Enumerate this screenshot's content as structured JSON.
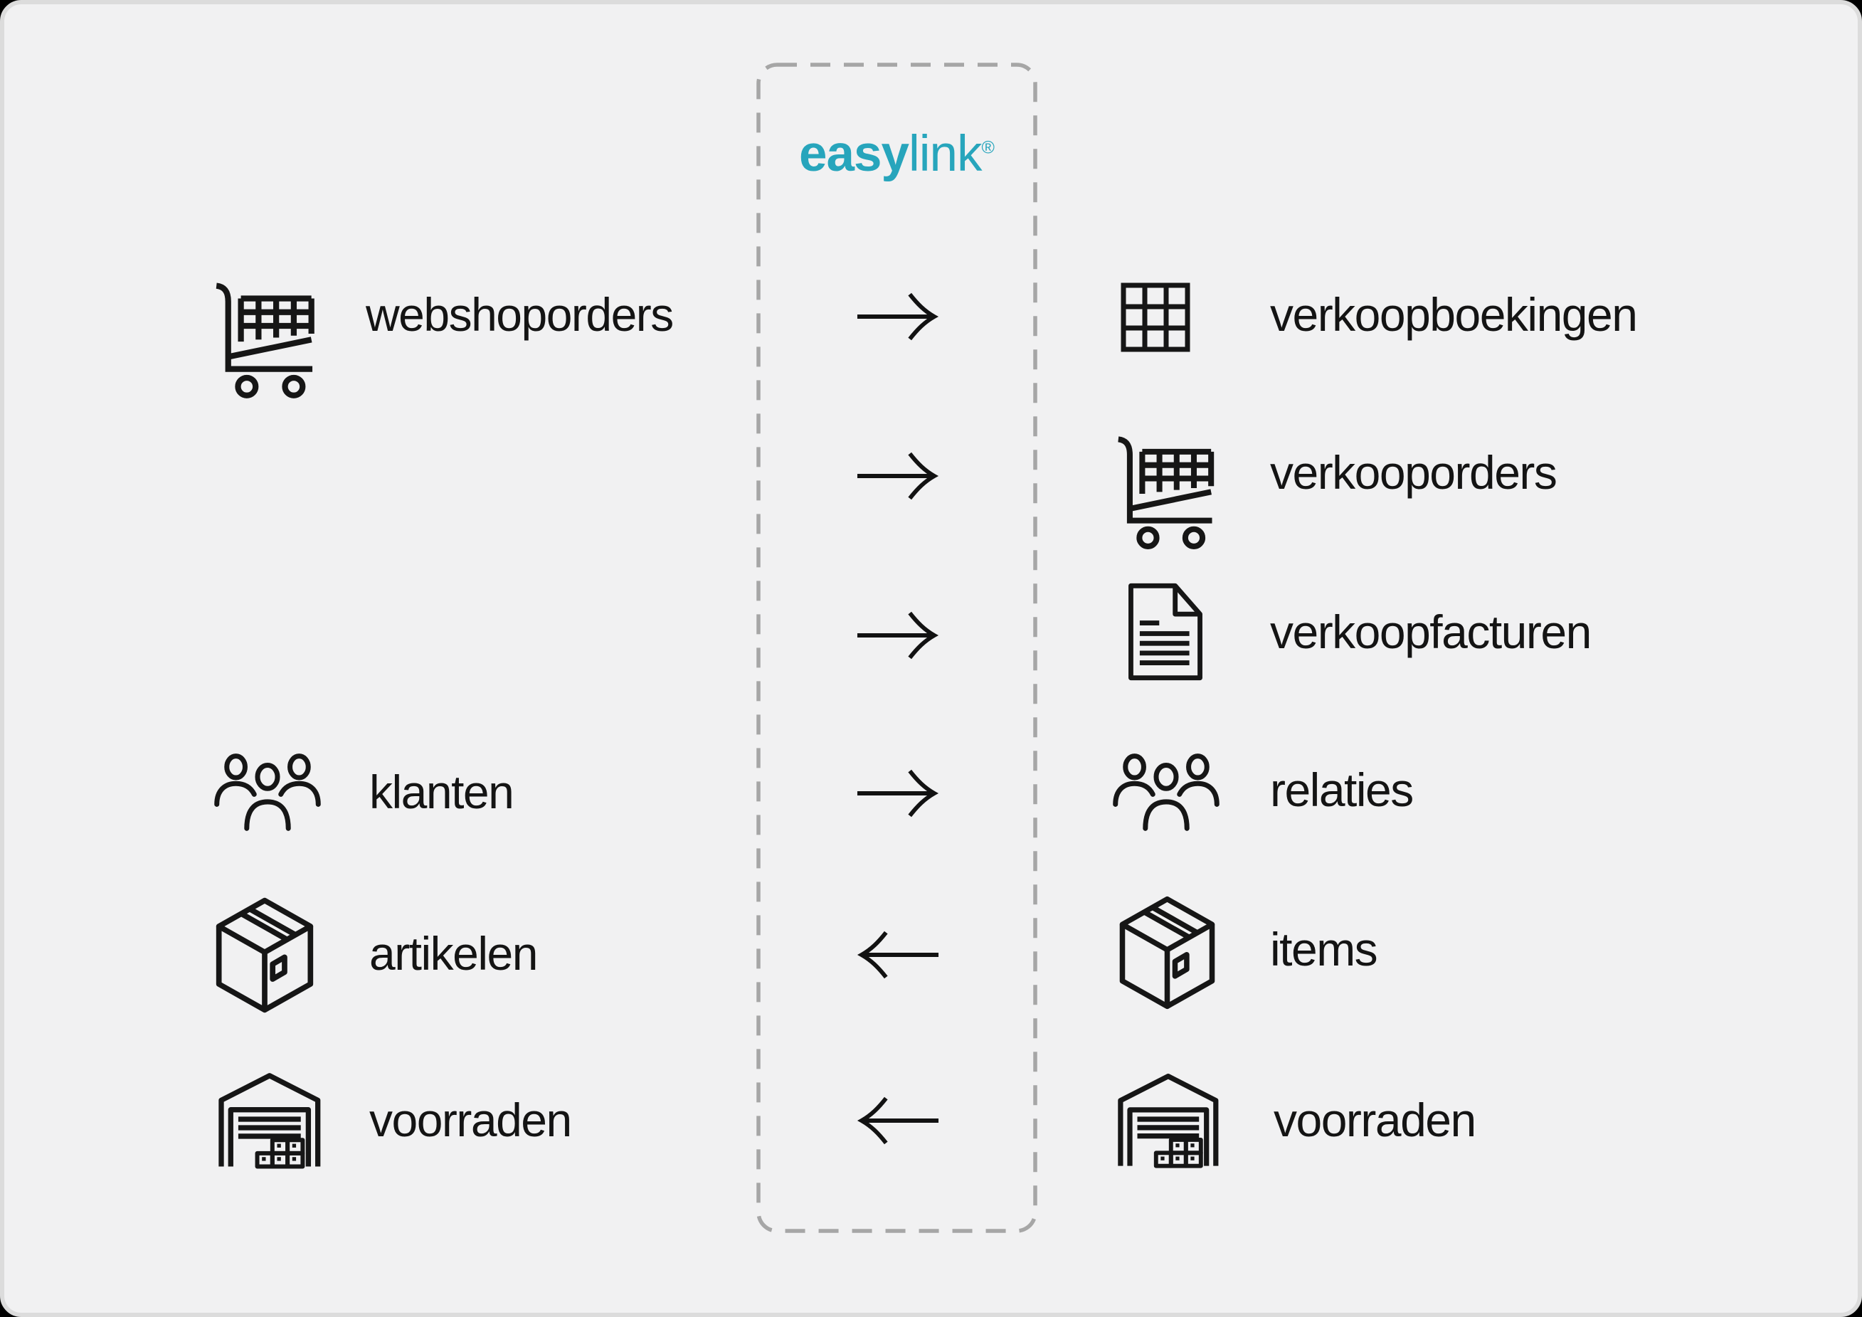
{
  "page": {
    "background_color": "#f1f1f2",
    "outer_background": "#000000",
    "card_border_color": "#dcdcdc",
    "dash_color": "#a6a6a6",
    "icon_color": "#161616",
    "text_color": "#141414"
  },
  "logo": {
    "text_bold": "easy",
    "text_light": "link",
    "registered_mark": "®",
    "color": "#27a5bc"
  },
  "left_column": {
    "items": [
      {
        "label": "webshoporders",
        "icon": "shopping-cart-icon",
        "row": 1
      },
      {
        "label": "klanten",
        "icon": "people-icon",
        "row": 4
      },
      {
        "label": "artikelen",
        "icon": "package-box-icon",
        "row": 5
      },
      {
        "label": "voorraden",
        "icon": "warehouse-icon",
        "row": 6
      }
    ]
  },
  "right_column": {
    "items": [
      {
        "label": "verkoopboekingen",
        "icon": "table-grid-icon",
        "row": 1
      },
      {
        "label": "verkooporders",
        "icon": "shopping-cart-icon",
        "row": 2
      },
      {
        "label": "verkoopfacturen",
        "icon": "invoice-document-icon",
        "row": 3
      },
      {
        "label": "relaties",
        "icon": "people-icon",
        "row": 4
      },
      {
        "label": "items",
        "icon": "package-box-icon",
        "row": 5
      },
      {
        "label": "voorraden",
        "icon": "warehouse-icon",
        "row": 6
      }
    ]
  },
  "flows": [
    {
      "row": 1,
      "direction": "right"
    },
    {
      "row": 2,
      "direction": "right"
    },
    {
      "row": 3,
      "direction": "right"
    },
    {
      "row": 4,
      "direction": "right"
    },
    {
      "row": 5,
      "direction": "left"
    },
    {
      "row": 6,
      "direction": "left"
    }
  ]
}
